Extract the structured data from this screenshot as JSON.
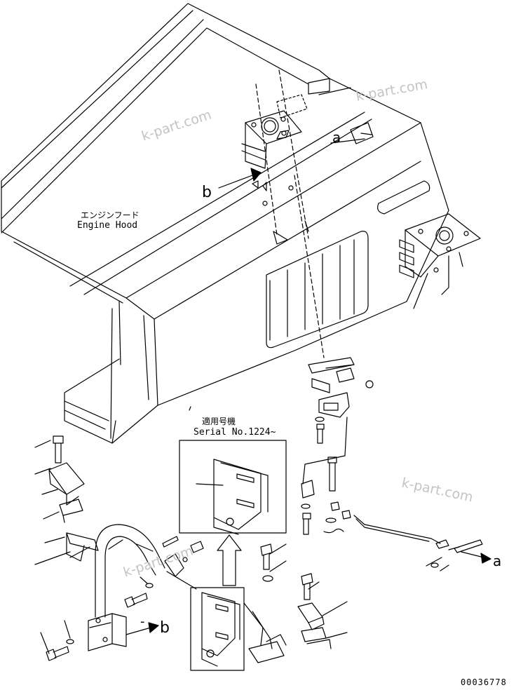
{
  "labels": {
    "engine_hood_jp": "エンジンフード",
    "engine_hood_en": "Engine Hood",
    "serial_jp": "適用号機",
    "serial_en": "Serial No.1224~",
    "arrow_a_top": "a",
    "arrow_b_top": "b",
    "arrow_a_right": "a",
    "arrow_b_bottom": "b",
    "dash_b": "-",
    "drawing_number": "00036778"
  },
  "watermarks": [
    "k-part.com",
    "k-part.com",
    "k-part.com",
    "k-part.com"
  ],
  "colors": {
    "ink": "#000000",
    "watermark": "#c4c4c4",
    "background": "#ffffff"
  }
}
